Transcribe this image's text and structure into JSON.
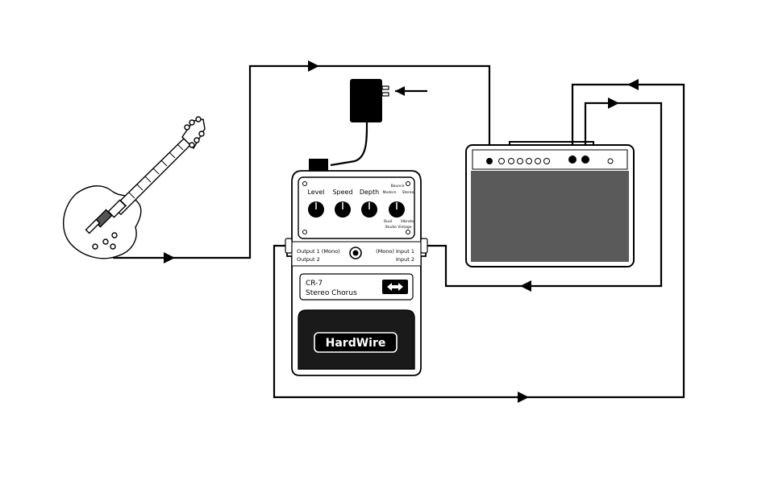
{
  "pedal": {
    "knobs": [
      {
        "label": "Level"
      },
      {
        "label": "Speed"
      },
      {
        "label": "Depth"
      }
    ],
    "mode_top": "Bounce",
    "mode_left": "Modern",
    "mode_right": "Stereo",
    "mode_bottom_left": "Dual",
    "mode_bottom_right": "Vibrato",
    "mode_bottom": "Studio Vintage",
    "jacks_left_1": "Output 1 (Mono)",
    "jacks_left_2": "Output 2",
    "jacks_right_1": "(Mono) Input 1",
    "jacks_right_2": "Input 2",
    "model": "CR-7",
    "name": "Stereo Chorus",
    "brand": "HardWire"
  },
  "colors": {
    "line": "#000000",
    "amp_grille": "#5a5a5a",
    "pedal_footswitch": "#1a1a1a",
    "power_adapter": "#000000"
  },
  "icons": {
    "guitar": "electric-guitar-icon",
    "amp": "amplifier-icon",
    "adapter": "power-adapter-icon",
    "pedal_logo": "hardwire-logo-icon"
  }
}
